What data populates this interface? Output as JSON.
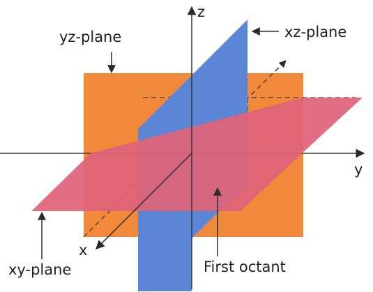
{
  "figure": {
    "labels": {
      "z_axis": "z",
      "y_axis": "y",
      "x_axis": "x",
      "yz_plane": "yz-plane",
      "xz_plane": "xz-plane",
      "xy_plane": "xy-plane",
      "first_octant": "First octant"
    },
    "colors": {
      "yz_plane": "#f0893a",
      "xz_plane": "#5b86d6",
      "xy_plane": "#e0637a",
      "axes": "#3a3a3a",
      "text": "#222222"
    }
  }
}
